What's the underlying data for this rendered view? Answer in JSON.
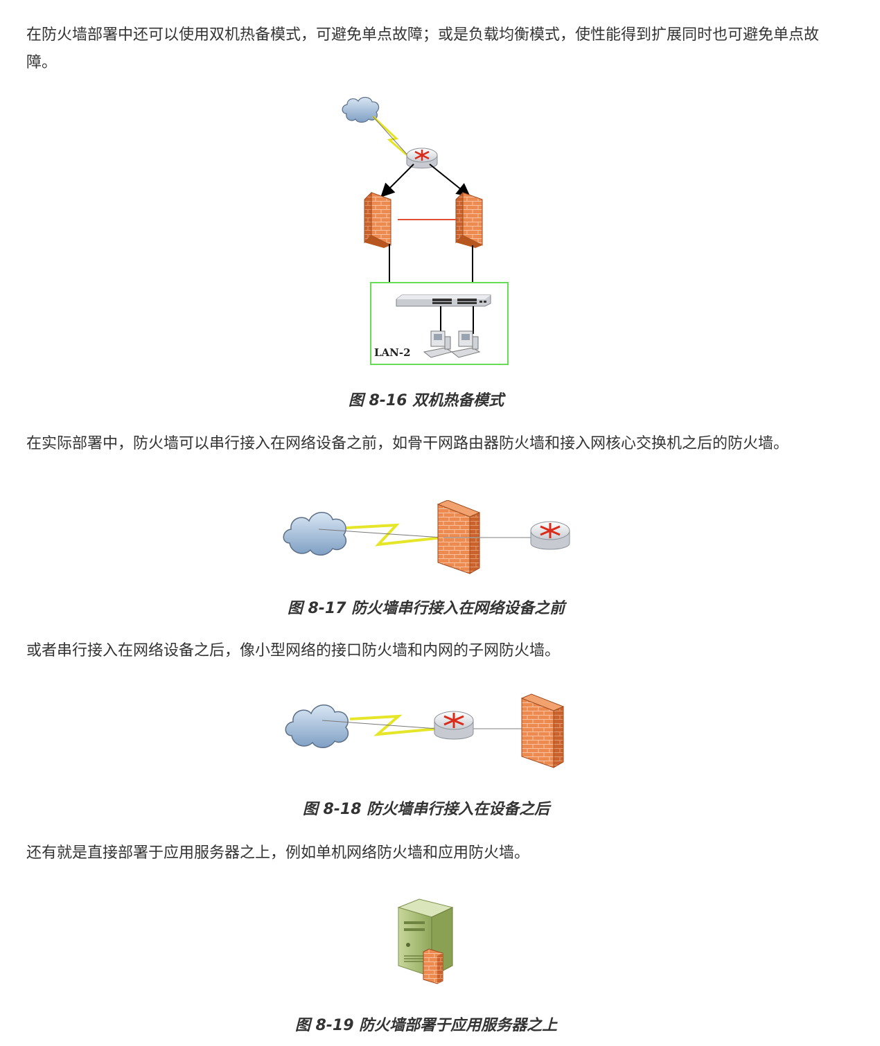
{
  "paragraphs": [
    "在防火墙部署中还可以使用双机热备模式，可避免单点故障；或是负载均衡模式，使性能得到扩展同时也可避免单点故障。",
    "在实际部署中，防火墙可以串行接入在网络设备之前，如骨干网路由器防火墙和接入网核心交换机之后的防火墙。",
    "或者串行接入在网络设备之后，像小型网络的接口防火墙和内网的子网防火墙。",
    "还有就是直接部署于应用服务器之上，例如单机网络防火墙和应用防火墙。"
  ],
  "figures": [
    {
      "caption": "图 8-16 双机热备模式",
      "lan_label": "LAN-2"
    },
    {
      "caption": "图 8-17 防火墙串行接入在网络设备之前"
    },
    {
      "caption": "图 8-18 防火墙串行接入在设备之后"
    },
    {
      "caption": "图 8-19 防火墙部署于应用服务器之上"
    }
  ],
  "colors": {
    "text": "#333333",
    "firewall": "#e8834a",
    "lan_border": "#66dd55",
    "ha_link": "#e05030",
    "lightning": "#eeee22"
  },
  "icons": [
    "cloud-icon",
    "router-icon",
    "firewall-icon",
    "switch-icon",
    "computer-icon",
    "server-icon"
  ]
}
